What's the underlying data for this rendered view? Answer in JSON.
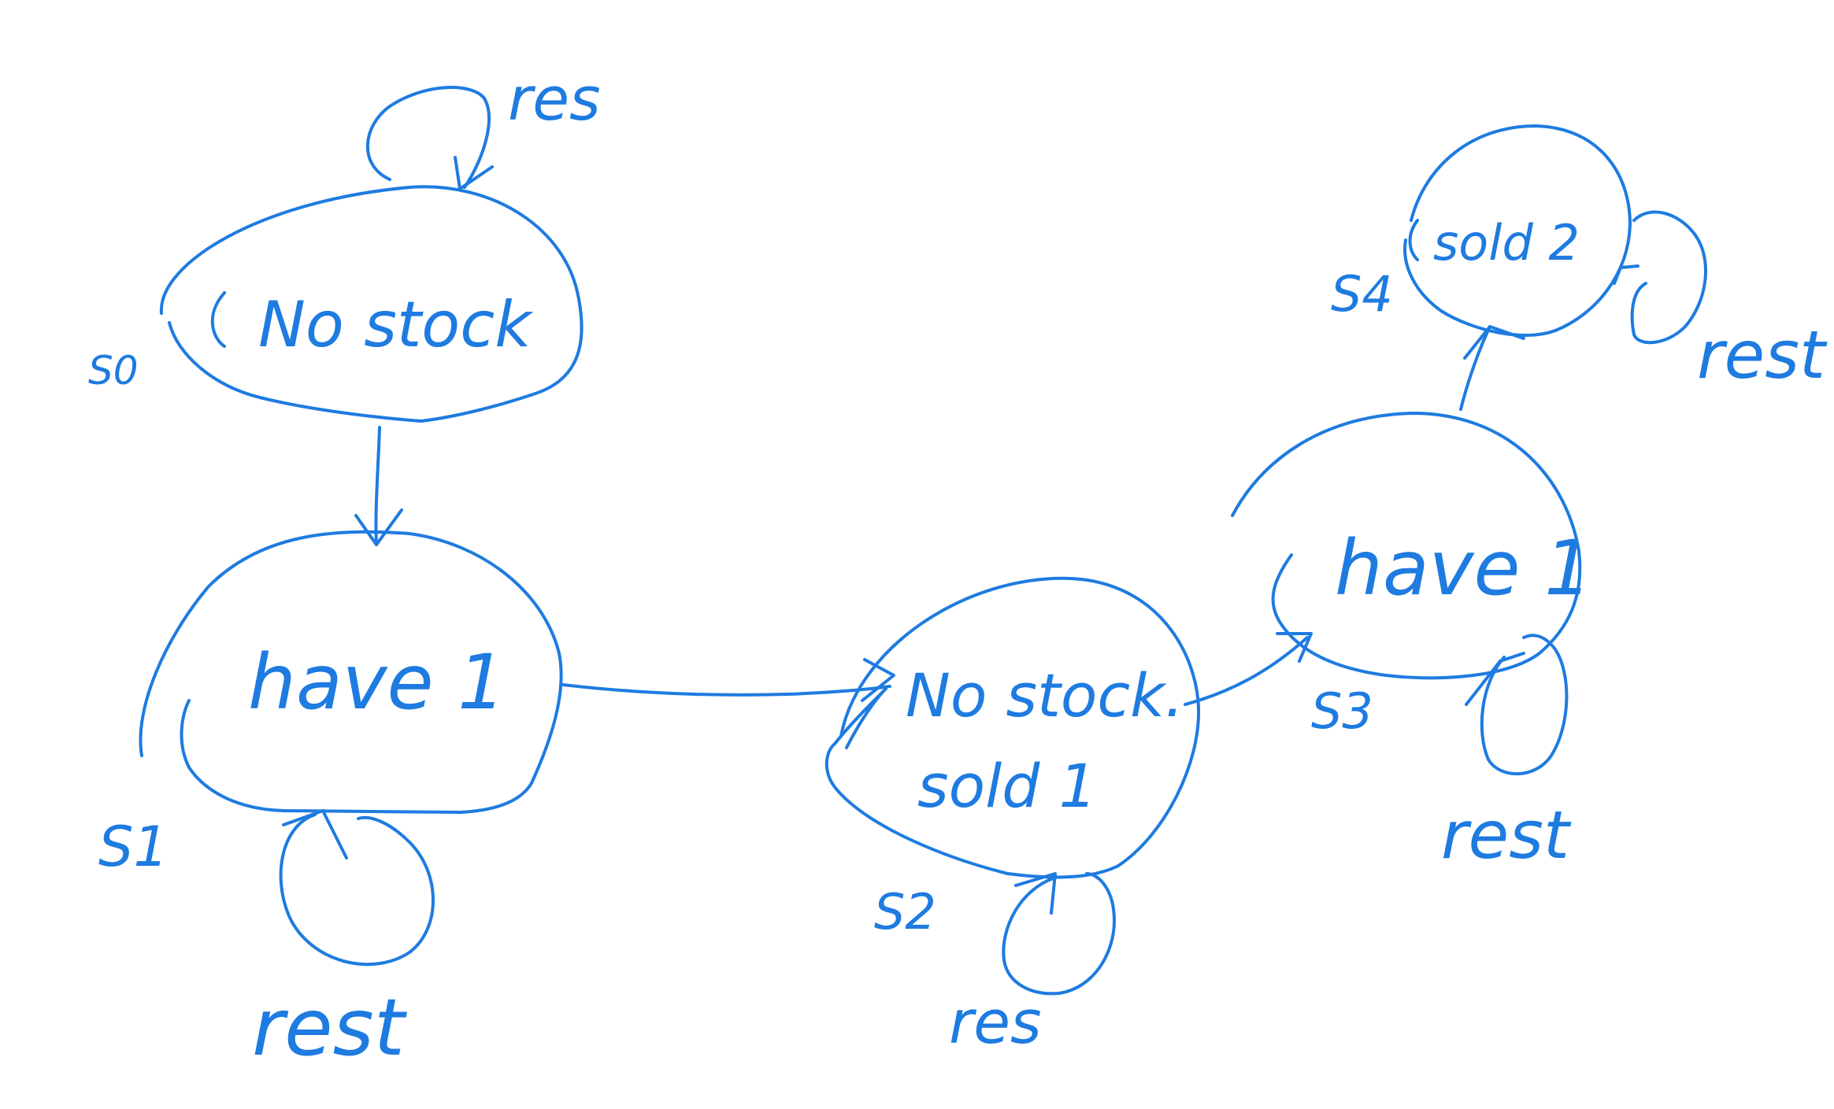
{
  "colors": {
    "ink": "#1e7be0",
    "background": "#ffffff"
  },
  "states": [
    {
      "id": "s0",
      "label_lines": [
        "No stock"
      ],
      "name": "S0"
    },
    {
      "id": "s1",
      "label_lines": [
        "have 1"
      ],
      "name": "S1"
    },
    {
      "id": "s2",
      "label_lines": [
        "No stock.",
        "sold 1"
      ],
      "name": "S2"
    },
    {
      "id": "s3",
      "label_lines": [
        "have 1"
      ],
      "name": "S3"
    },
    {
      "id": "s4",
      "label_lines": [
        "sold 2"
      ],
      "name": "S4"
    }
  ],
  "self_loops": [
    {
      "state": "s0",
      "label": "res"
    },
    {
      "state": "s1",
      "label": "rest"
    },
    {
      "state": "s2",
      "label": "res"
    },
    {
      "state": "s3",
      "label": "rest"
    },
    {
      "state": "s4",
      "label": "rest"
    }
  ],
  "transitions": [
    {
      "from": "s0",
      "to": "s1"
    },
    {
      "from": "s1",
      "to": "s2"
    },
    {
      "from": "s2",
      "to": "s3"
    },
    {
      "from": "s3",
      "to": "s4"
    }
  ]
}
